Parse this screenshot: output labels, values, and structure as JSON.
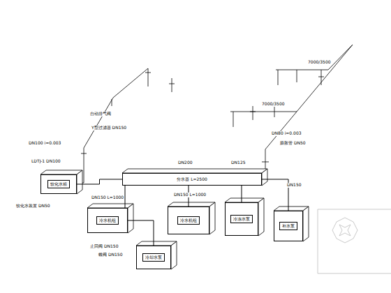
{
  "diagram": {
    "nodes": [
      {
        "text": [
          "分水器 L=2500"
        ]
      },
      {
        "text": [
          "软化水箱"
        ]
      },
      {
        "text": [
          "冷水机组"
        ]
      },
      {
        "text": [
          "冷水机组"
        ]
      },
      {
        "text": [
          "冷冻水泵"
        ]
      },
      {
        "text": [
          "补水泵"
        ]
      },
      {
        "text": [
          "冷却水泵"
        ]
      }
    ],
    "edges": [
      {
        "from": 1,
        "to": 0,
        "arrow": "none"
      },
      {
        "from": 0,
        "to": 2,
        "arrow": "none"
      },
      {
        "from": 0,
        "to": 3,
        "arrow": "none"
      },
      {
        "from": 0,
        "to": 4,
        "arrow": "none"
      },
      {
        "from": 0,
        "to": 5,
        "arrow": "none"
      },
      {
        "from": 2,
        "to": 6,
        "arrow": "none"
      }
    ],
    "labels": [
      "7000/3500",
      "7000/3500",
      "DN100 i=0.003",
      "LDTJ-1 DN100",
      "自动排气阀",
      "Y型过滤器 DN150",
      "软化水装置 DN50",
      "DN150 L=1000",
      "DN150 L=1000",
      "止回阀 DN150",
      "蝶阀 DN150",
      "DN200",
      "DN125",
      "DN80 i=0.003",
      "膨胀管 DN50",
      "DN150"
    ]
  }
}
